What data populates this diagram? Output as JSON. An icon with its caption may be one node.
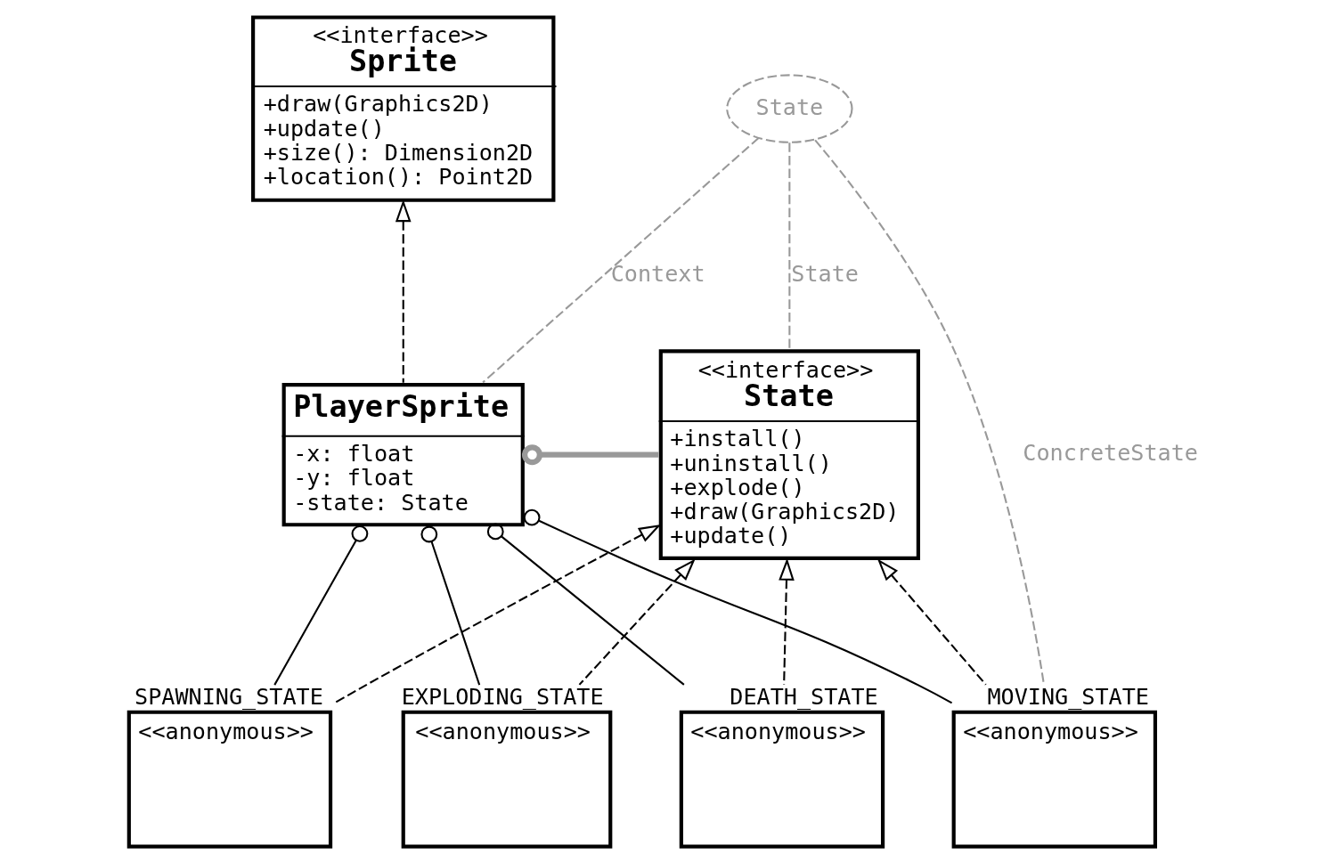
{
  "diagram": {
    "nodes": [
      {
        "text": [
          "<<interface>>",
          "Sprite",
          "+draw(Graphics2D)",
          "+update()",
          "+size(): Dimension2D",
          "+location(): Point2D"
        ]
      },
      {
        "text": [
          "State"
        ]
      },
      {
        "text": [
          "<<interface>>",
          "State",
          "+install()",
          "+uninstall()",
          "+explode()",
          "+draw(Graphics2D)",
          "+update()"
        ]
      },
      {
        "text": [
          "PlayerSprite",
          "-x: float",
          "-y: float",
          "-state: State"
        ]
      },
      {
        "text": [
          "<<anonymous>>"
        ],
        "beside": [
          "MOVING_STATE"
        ]
      },
      {
        "text": [
          "<<anonymous>>"
        ],
        "beside": [
          "EXPLODING_STATE"
        ]
      },
      {
        "text": [
          "<<anonymous>>"
        ],
        "beside": [
          "DEATH_STATE"
        ]
      },
      {
        "text": [
          "<<anonymous>>"
        ],
        "beside": [
          "SPAWNING_STATE"
        ]
      }
    ],
    "edges": [
      {
        "from": 1,
        "to": 4,
        "arrow": "none",
        "label": "ConcreteState",
        "style": "dashed",
        "color": "#999999"
      },
      {
        "from": 1,
        "to": 2,
        "arrow": "none",
        "label": "State",
        "style": "dashed",
        "color": "#999999"
      },
      {
        "from": 1,
        "to": 3,
        "arrow": "none",
        "label": "Context",
        "style": "dashed",
        "color": "#999999"
      },
      {
        "from": 3,
        "to": 0,
        "arrow": "to",
        "style": "dashed"
      },
      {
        "from": 2,
        "to": 3,
        "arrow": "other",
        "style": "thick",
        "color": "#999999"
      },
      {
        "from": 4,
        "to": 3,
        "arrow": "other"
      },
      {
        "from": 5,
        "to": 3,
        "arrow": "other"
      },
      {
        "from": 6,
        "to": 3,
        "arrow": "other"
      },
      {
        "from": 7,
        "to": 3,
        "arrow": "other"
      },
      {
        "from": 4,
        "to": 2,
        "arrow": "to",
        "style": "dashed"
      },
      {
        "from": 5,
        "to": 2,
        "arrow": "to",
        "style": "dashed"
      },
      {
        "from": 6,
        "to": 2,
        "arrow": "to",
        "style": "dashed"
      },
      {
        "from": 7,
        "to": 2,
        "arrow": "to",
        "style": "dashed"
      }
    ]
  }
}
